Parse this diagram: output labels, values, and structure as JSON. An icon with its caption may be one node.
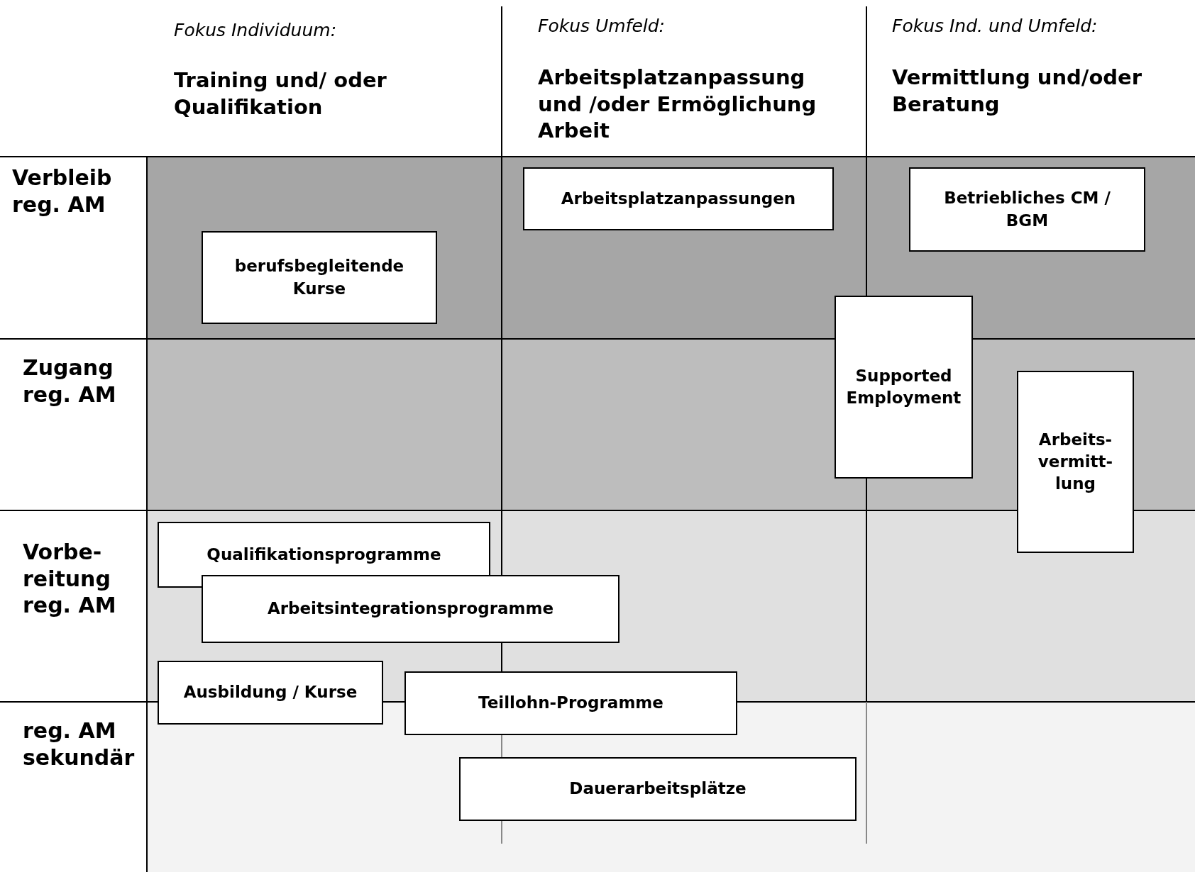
{
  "diagram": {
    "nodes": [
      {
        "text": [
          "Arbeitsplatzanpassungen"
        ]
      },
      {
        "text": [
          "Betriebliches CM / BGM"
        ]
      },
      {
        "text": [
          "berufsbegleitende Kurse"
        ]
      },
      {
        "text": [
          "Supported Employment"
        ]
      },
      {
        "text": [
          "Arbeits- vermitt- lung"
        ]
      },
      {
        "text": [
          "Qualifikationsprogramme"
        ]
      },
      {
        "text": [
          "Arbeitsintegrationsprogramme"
        ]
      },
      {
        "text": [
          "Ausbildung / Kurse"
        ]
      },
      {
        "text": [
          "Teillohn-Programme"
        ]
      },
      {
        "text": [
          "Dauerarbeitsplätze"
        ]
      }
    ],
    "edges": [],
    "labels": [
      "Fokus Individuum:",
      "Fokus Umfeld:",
      "Fokus Ind. und Umfeld:",
      "Training und/ oder Qualifikation",
      "Arbeitsplatzanpassung und /oder Ermöglichung Arbeit",
      "Vermittlung und/oder Beratung",
      "Verbleib reg. AM",
      "Zugang reg. AM",
      "Vorbe- reitung reg. AM",
      "reg. AM sekundär"
    ]
  }
}
